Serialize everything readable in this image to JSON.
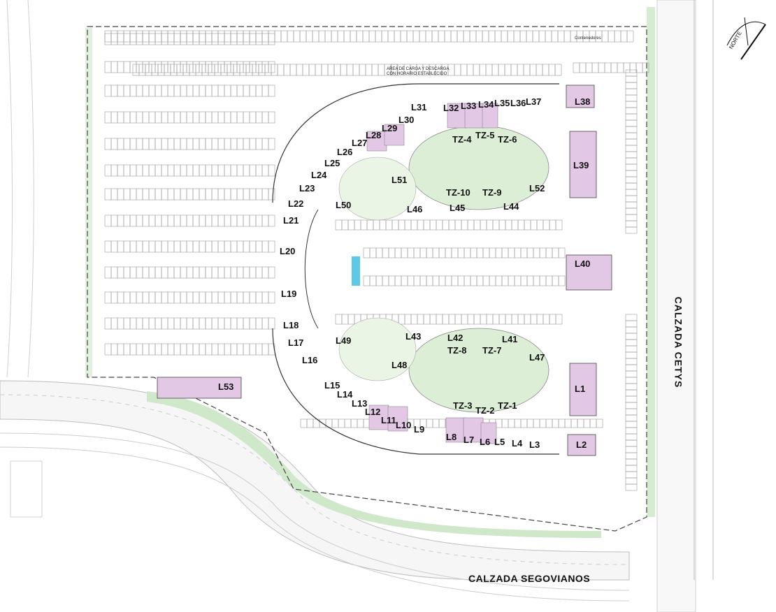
{
  "streets": {
    "east": "CALZADA CETYS",
    "south": "CALZADA SEGOVIANOS"
  },
  "north_arrow": {
    "label": "NORTE",
    "icon": "north-arrow-icon"
  },
  "notes": {
    "loading_zone": "AREA DE CARGA Y DESCARGA",
    "loading_zone_2": "CON HORARIO ESTABLECIDO",
    "containers": "Contenedores"
  },
  "colors": {
    "parking_line": "#9a9a9a",
    "green": "#dcefd6",
    "leased": "#e3c8e6",
    "building_line": "#333333",
    "road": "#f6f6f6"
  },
  "units_left_arc": [
    "L16",
    "L17",
    "L18",
    "L19",
    "L20",
    "L21",
    "L22",
    "L23",
    "L24",
    "L25",
    "L26",
    "L27"
  ],
  "units_top_arc": [
    "L28",
    "L29",
    "L30",
    "L31"
  ],
  "units_top_row": [
    "L32",
    "L33",
    "L34",
    "L35",
    "L36",
    "L37"
  ],
  "units_bottom_arc": [
    "L15",
    "L14",
    "L13",
    "L12",
    "L11",
    "L10",
    "L9"
  ],
  "units_bottom_row": [
    "L8",
    "L7",
    "L6",
    "L5",
    "L4",
    "L3"
  ],
  "units_anchor": [
    "L38",
    "L39",
    "L40",
    "L1",
    "L2",
    "L53"
  ],
  "units_plaza_north": [
    "L50",
    "L51",
    "L52",
    "L46",
    "L45",
    "L44"
  ],
  "units_plaza_south": [
    "L49",
    "L48",
    "L47",
    "L43",
    "L42",
    "L41"
  ],
  "terrazas_north": [
    "TZ-4",
    "TZ-5",
    "TZ-6",
    "TZ-10",
    "TZ-9"
  ],
  "terrazas_south": [
    "TZ-8",
    "TZ-7",
    "TZ-3",
    "TZ-2",
    "TZ-1"
  ],
  "leased_units": [
    "L28",
    "L29",
    "L32",
    "L33",
    "L34",
    "L38",
    "L39",
    "L40",
    "L1",
    "L2",
    "L12",
    "L11",
    "L8",
    "L7",
    "L6",
    "L53"
  ]
}
